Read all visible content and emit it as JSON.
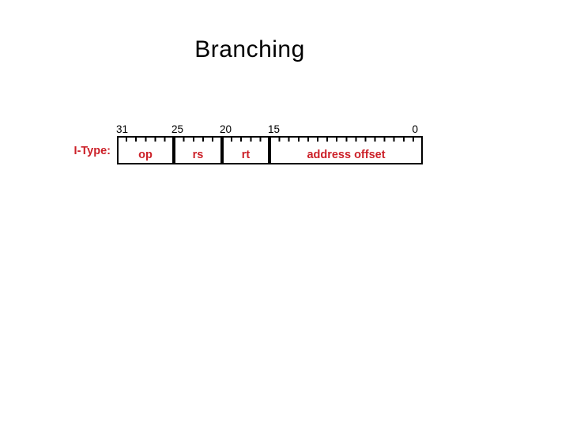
{
  "slide": {
    "title": "Branching"
  },
  "diagram": {
    "format_label": "I-Type:",
    "total_bits": 32,
    "bit_markers": [
      "31",
      "25",
      "20",
      "15",
      "0"
    ],
    "fields": [
      {
        "label": "op",
        "bits": 6
      },
      {
        "label": "rs",
        "bits": 5
      },
      {
        "label": "rt",
        "bits": 5
      },
      {
        "label": "address offset",
        "bits": 16
      }
    ]
  },
  "colors": {
    "accent_red": "#cc2028",
    "ink": "#000000",
    "background": "#ffffff"
  }
}
